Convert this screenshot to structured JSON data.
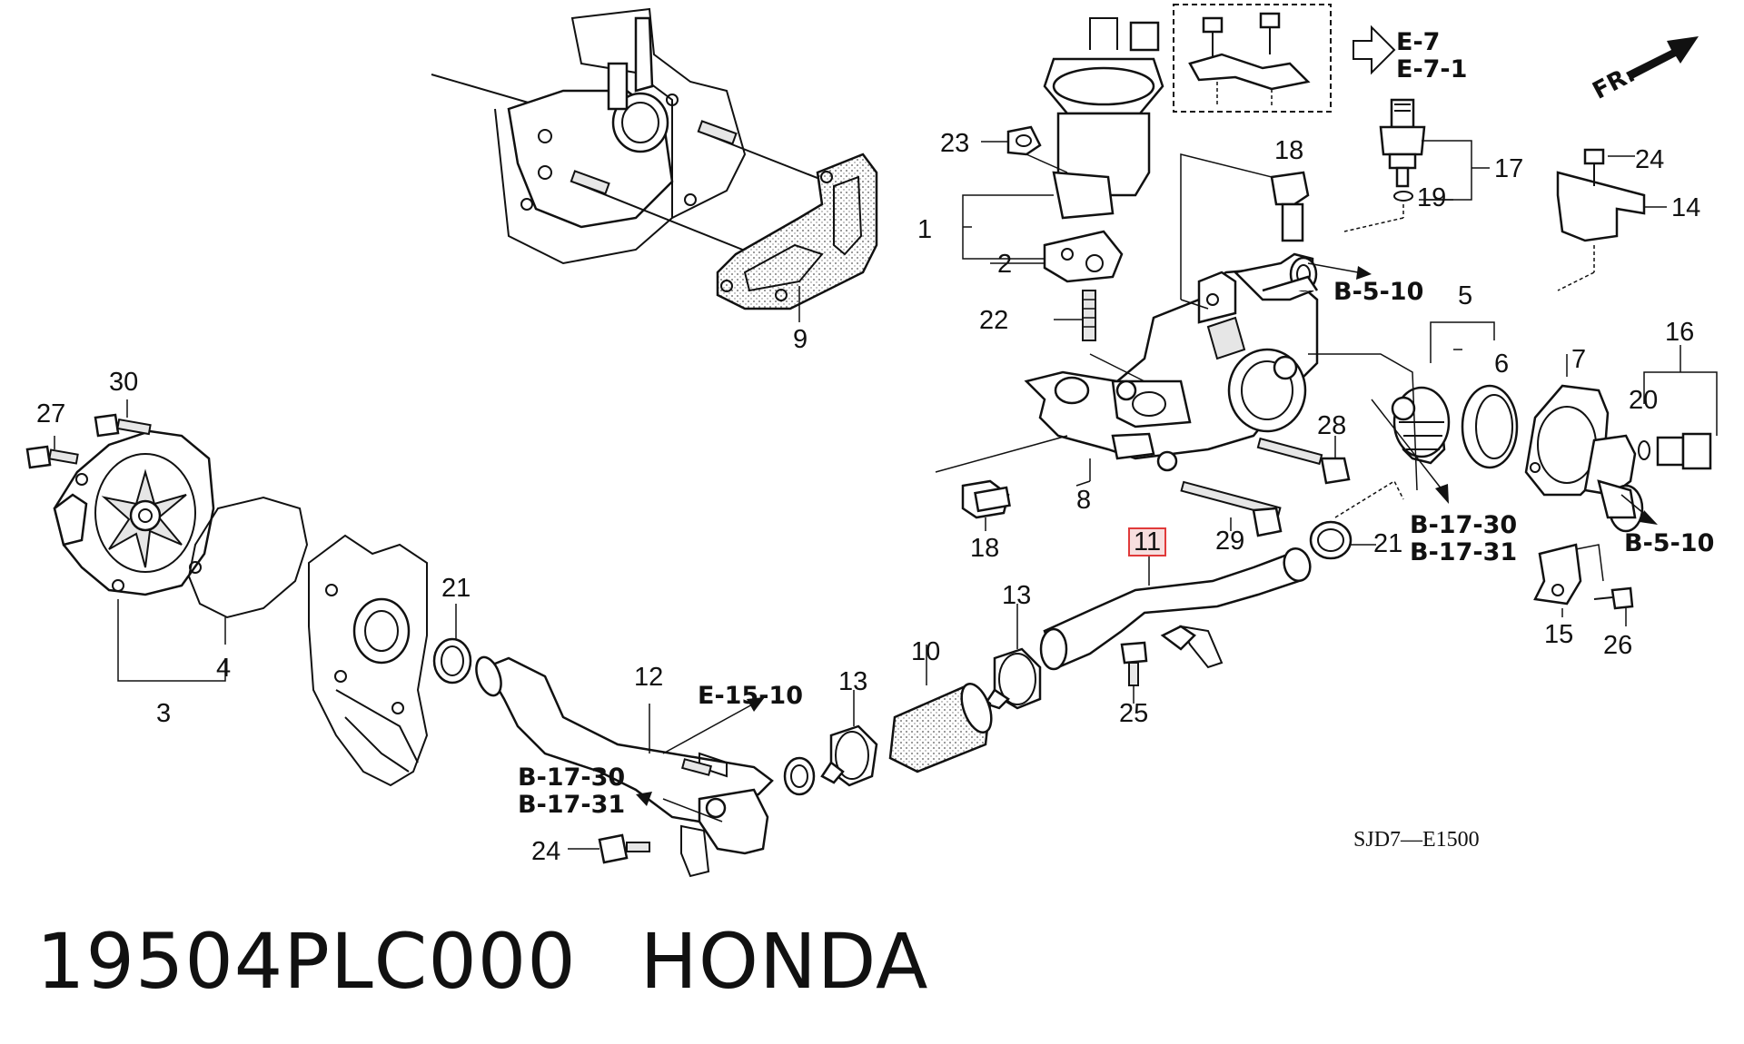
{
  "diagram": {
    "diagram_code": "SJD7—E1500",
    "front_indicator": "FR.",
    "callouts": [
      {
        "id": "c1",
        "text": "1"
      },
      {
        "id": "c2",
        "text": "2"
      },
      {
        "id": "c3",
        "text": "3"
      },
      {
        "id": "c4",
        "text": "4"
      },
      {
        "id": "c5",
        "text": "5"
      },
      {
        "id": "c6",
        "text": "6"
      },
      {
        "id": "c7",
        "text": "7"
      },
      {
        "id": "c8",
        "text": "8"
      },
      {
        "id": "c9",
        "text": "9"
      },
      {
        "id": "c10",
        "text": "10"
      },
      {
        "id": "c11",
        "text": "11",
        "highlighted": true
      },
      {
        "id": "c12",
        "text": "12"
      },
      {
        "id": "c13a",
        "text": "13"
      },
      {
        "id": "c13b",
        "text": "13"
      },
      {
        "id": "c14",
        "text": "14"
      },
      {
        "id": "c15",
        "text": "15"
      },
      {
        "id": "c16",
        "text": "16"
      },
      {
        "id": "c17",
        "text": "17"
      },
      {
        "id": "c18a",
        "text": "18"
      },
      {
        "id": "c18b",
        "text": "18"
      },
      {
        "id": "c19",
        "text": "19"
      },
      {
        "id": "c20",
        "text": "20"
      },
      {
        "id": "c21a",
        "text": "21"
      },
      {
        "id": "c21b",
        "text": "21"
      },
      {
        "id": "c22",
        "text": "22"
      },
      {
        "id": "c23",
        "text": "23"
      },
      {
        "id": "c24a",
        "text": "24"
      },
      {
        "id": "c24b",
        "text": "24"
      },
      {
        "id": "c25",
        "text": "25"
      },
      {
        "id": "c26",
        "text": "26"
      },
      {
        "id": "c27",
        "text": "27"
      },
      {
        "id": "c28",
        "text": "28"
      },
      {
        "id": "c29",
        "text": "29"
      },
      {
        "id": "c30",
        "text": "30"
      }
    ],
    "references": [
      {
        "id": "r1",
        "text": "E-7"
      },
      {
        "id": "r2",
        "text": "E-7-1"
      },
      {
        "id": "r3",
        "text": "B-5-10"
      },
      {
        "id": "r4",
        "text": "B-17-30"
      },
      {
        "id": "r5",
        "text": "B-17-31"
      },
      {
        "id": "r6",
        "text": "B-5-10"
      },
      {
        "id": "r7",
        "text": "E-15-10"
      },
      {
        "id": "r8",
        "text": "B-17-30"
      },
      {
        "id": "r9",
        "text": "B-17-31"
      }
    ],
    "highlight_color": "#e03a3a"
  },
  "footer": {
    "part_number": "19504PLC000",
    "brand": "HONDA"
  }
}
